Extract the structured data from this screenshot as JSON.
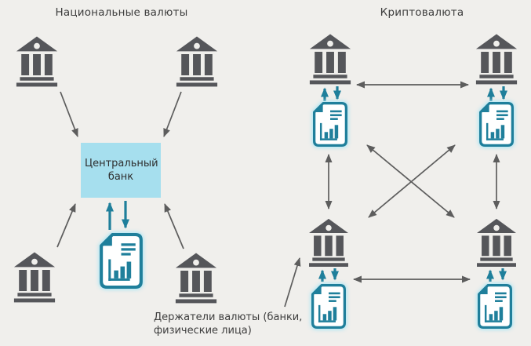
{
  "left_panel": {
    "title": "Национальные валюты",
    "central_bank_label": "Центральный банк"
  },
  "right_panel": {
    "title": "Криптовалюта"
  },
  "caption": {
    "line1": "Держатели валюты (банки,",
    "line2": "физические лица)"
  },
  "icons": {
    "bank": "bank-building-icon",
    "document": "ledger-report-icon",
    "up_arrow": "teal-up-arrow",
    "down_arrow": "teal-down-arrow",
    "connector": "double-headed-arrow"
  },
  "colors": {
    "background": "#f0efec",
    "bank-gray": "#55565a",
    "connector-gray": "#5d5d5d",
    "teal": "#1f7f9b",
    "doc-glow": "#b5e7f3",
    "box-blue": "#a6dfee",
    "text": "#3d3d3d"
  }
}
